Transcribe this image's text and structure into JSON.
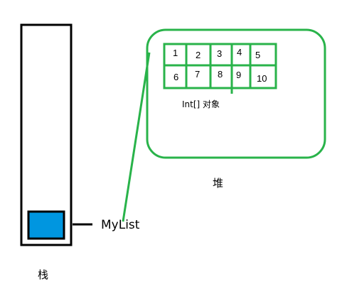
{
  "stack": {
    "label": "栈",
    "variable_label": "MyList",
    "border_color": "#000000",
    "slot_color": "#0096e0"
  },
  "heap": {
    "label": "堆",
    "object_label": "Int[] 对象",
    "border_color": "#29b34a",
    "cells": [
      {
        "value": "1"
      },
      {
        "value": "2"
      },
      {
        "value": "3"
      },
      {
        "value": "4"
      },
      {
        "value": "5"
      },
      {
        "value": "6"
      },
      {
        "value": "7"
      },
      {
        "value": "8"
      },
      {
        "value": "9"
      },
      {
        "value": "10"
      }
    ]
  }
}
